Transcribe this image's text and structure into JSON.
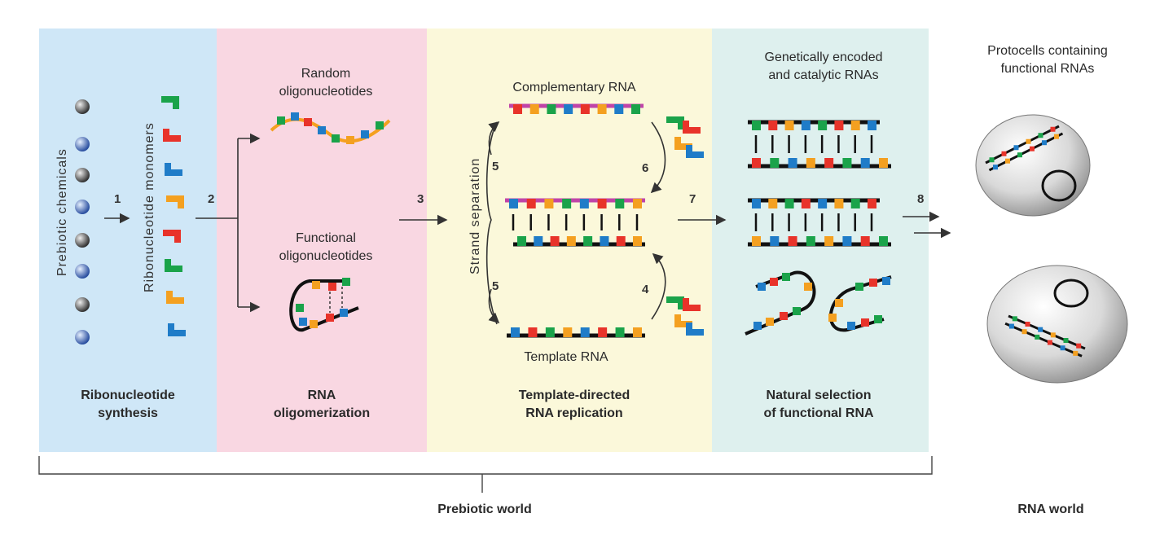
{
  "panels": [
    {
      "id": "ribonucleotide-synthesis",
      "caption": "Ribonucleotide\nsynthesis",
      "color": "#cfe7f7"
    },
    {
      "id": "rna-oligomerization",
      "caption": "RNA\noligomerization",
      "color": "#f9d7e2"
    },
    {
      "id": "template-directed-replication",
      "caption": "Template-directed\nRNA replication",
      "color": "#fbf8da"
    },
    {
      "id": "natural-selection",
      "caption": "Natural selection\nof functional RNA",
      "color": "#def0ee"
    }
  ],
  "labels": {
    "prebiotic_chemicals": "Prebiotic chemicals",
    "ribonucleotide_monomers": "Ribonucleotide monomers",
    "random_oligonucleotides": "Random\noligonucleotides",
    "functional_oligonucleotides": "Functional\noligonucleotides",
    "complementary_rna": "Complementary RNA",
    "template_rna": "Template RNA",
    "strand_separation": "Strand separation",
    "genetically_encoded": "Genetically encoded\nand catalytic RNAs",
    "protocells": "Protocells containing\nfunctional RNAs",
    "prebiotic_world": "Prebiotic world",
    "rna_world": "RNA world"
  },
  "step_numbers": {
    "s1": "1",
    "s2": "2",
    "s3": "3",
    "s4": "4",
    "s5a": "5",
    "s5b": "5",
    "s6": "6",
    "s7": "7",
    "s8": "8"
  },
  "colors": {
    "nucleotide_green": "#1aa34a",
    "nucleotide_red": "#e8332a",
    "nucleotide_blue": "#1f7cc8",
    "nucleotide_orange": "#f4a020",
    "complementary_strand": "#c044a8",
    "backbone": "#111111"
  }
}
